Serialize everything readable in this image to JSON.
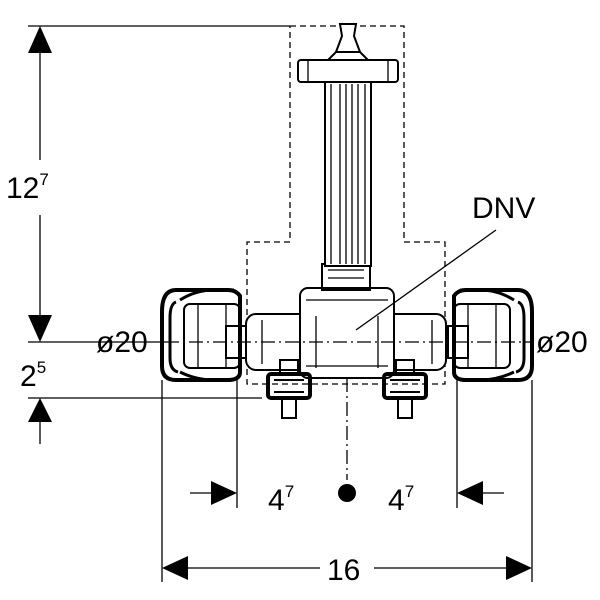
{
  "drawing": {
    "callout": "DNV",
    "dims": {
      "height_top": {
        "base": "12",
        "sup": "7"
      },
      "height_bottom": {
        "base": "2",
        "sup": "5"
      },
      "diameter_left": "ø20",
      "diameter_right": "ø20",
      "offset_left": {
        "base": "4",
        "sup": "7"
      },
      "offset_right": {
        "base": "4",
        "sup": "7"
      },
      "overall_width": "16"
    }
  },
  "colors": {
    "ink": "#000000",
    "paper": "#ffffff"
  }
}
